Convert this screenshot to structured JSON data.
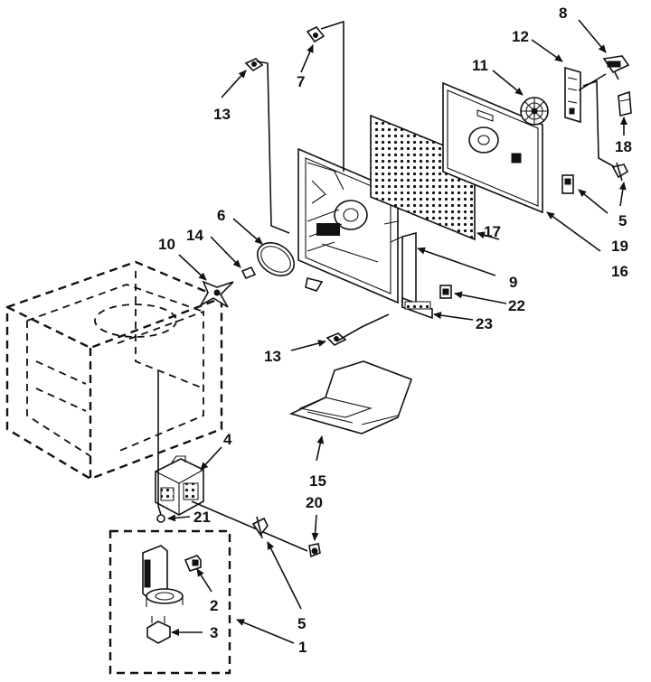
{
  "labels": {
    "p1": "1",
    "p2": "2",
    "p3": "3",
    "p4": "4",
    "p5a": "5",
    "p5b": "5",
    "p6": "6",
    "p7": "7",
    "p8": "8",
    "p9": "9",
    "p10": "10",
    "p11": "11",
    "p12": "12",
    "p13a": "13",
    "p13b": "13",
    "p14": "14",
    "p15": "15",
    "p16": "16",
    "p17": "17",
    "p18": "18",
    "p19": "19",
    "p20": "20",
    "p21": "21",
    "p22": "22",
    "p23": "23"
  }
}
